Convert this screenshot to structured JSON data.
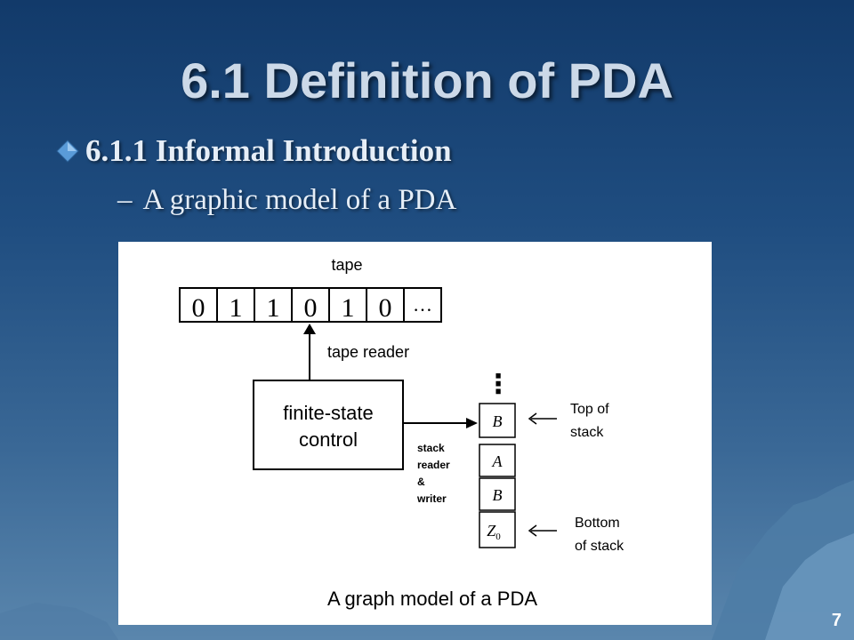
{
  "slide": {
    "title": "6.1 Definition of PDA",
    "bullet_level1": "6.1.1 Informal Introduction",
    "bullet_level2_dash": "–",
    "bullet_level2": "A graphic model of a PDA",
    "page_number": "7"
  },
  "figure": {
    "tape_label": "tape",
    "tape_cells": [
      "0",
      "1",
      "1",
      "0",
      "1",
      "0",
      "…"
    ],
    "tape_reader_label": "tape reader",
    "control_label_line1": "finite-state",
    "control_label_line2": "control",
    "stack_ellipsis": "⋮",
    "stack_cells": [
      "B",
      "A",
      "B",
      "Z",
      "0"
    ],
    "stack_reader_lines": [
      "stack",
      "reader",
      "&",
      "writer"
    ],
    "top_label_line1": "Top of",
    "top_label_line2": "stack",
    "bottom_label_line1": "Bottom",
    "bottom_label_line2": "of stack",
    "caption": "A graph model of a PDA"
  },
  "colors": {
    "background_top": "#123a6a",
    "background_bottom": "#5a86ad",
    "title_text": "#ccd9e8",
    "body_text": "#e6eef7",
    "figure_bg": "#ffffff"
  }
}
